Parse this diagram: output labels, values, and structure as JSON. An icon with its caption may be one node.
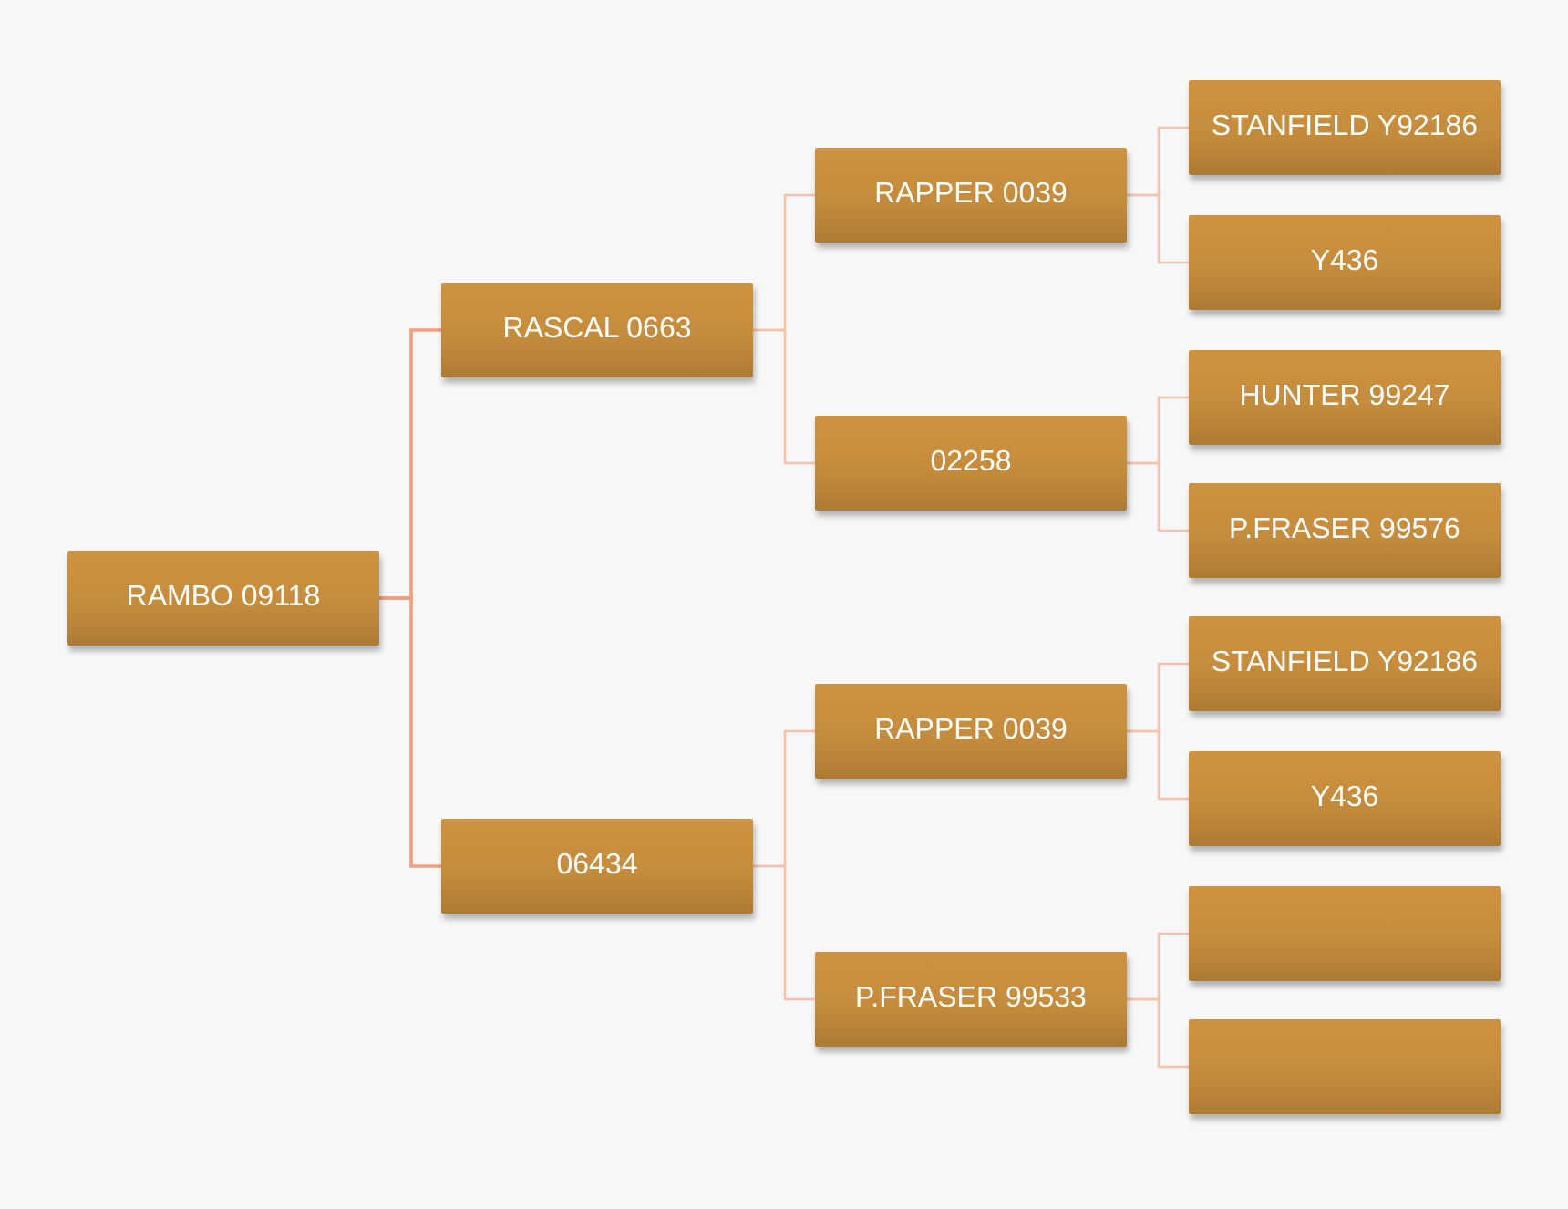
{
  "diagram": {
    "nodes": [
      {
        "text": [
          "RAMBO 09118"
        ]
      },
      {
        "text": [
          "RASCAL 0663"
        ]
      },
      {
        "text": [
          "06434"
        ]
      },
      {
        "text": [
          "RAPPER 0039"
        ]
      },
      {
        "text": [
          "02258"
        ]
      },
      {
        "text": [
          "RAPPER 0039"
        ]
      },
      {
        "text": [
          "P.FRASER 99533"
        ]
      },
      {
        "text": [
          "STANFIELD Y92186"
        ]
      },
      {
        "text": [
          "Y436"
        ]
      },
      {
        "text": [
          "HUNTER 99247"
        ]
      },
      {
        "text": [
          "P.FRASER 99576"
        ]
      },
      {
        "text": [
          "STANFIELD Y92186"
        ]
      },
      {
        "text": [
          "Y436"
        ]
      },
      {
        "text": [],
        "shape": "box"
      },
      {
        "text": [],
        "shape": "box"
      }
    ],
    "edges": [
      {
        "from": 0,
        "to": 1,
        "arrow": "none",
        "color": "#f29e80"
      },
      {
        "from": 0,
        "to": 2,
        "arrow": "none",
        "color": "#f29e80"
      },
      {
        "from": 1,
        "to": 3,
        "arrow": "none"
      },
      {
        "from": 1,
        "to": 4,
        "arrow": "none"
      },
      {
        "from": 2,
        "to": 5,
        "arrow": "none"
      },
      {
        "from": 2,
        "to": 6,
        "arrow": "none"
      },
      {
        "from": 3,
        "to": 7,
        "arrow": "none"
      },
      {
        "from": 3,
        "to": 8,
        "arrow": "none"
      },
      {
        "from": 4,
        "to": 9,
        "arrow": "none"
      },
      {
        "from": 4,
        "to": 10,
        "arrow": "none"
      },
      {
        "from": 5,
        "to": 11,
        "arrow": "none"
      },
      {
        "from": 5,
        "to": 12,
        "arrow": "none"
      },
      {
        "from": 6,
        "to": 13,
        "arrow": "none"
      },
      {
        "from": 6,
        "to": 14,
        "arrow": "none"
      }
    ]
  }
}
